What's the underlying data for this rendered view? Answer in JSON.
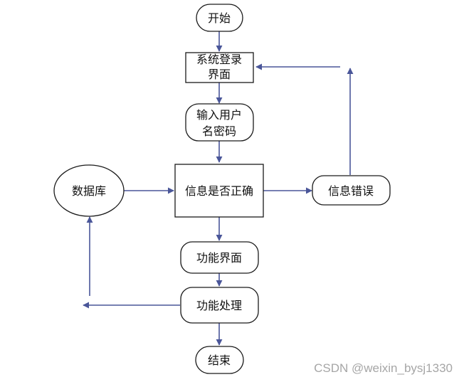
{
  "flowchart": {
    "colors": {
      "edge": "#4a5699",
      "border": "#1a1a1a",
      "node_fill": "#ffffff"
    },
    "nodes": {
      "start": {
        "label": "开始"
      },
      "login_page": {
        "line1": "系统登录",
        "line2": "界面"
      },
      "input_credentials": {
        "line1": "输入用户",
        "line2": "名密码"
      },
      "database": {
        "label": "数据库"
      },
      "check_info": {
        "label": "信息是否正确"
      },
      "info_error": {
        "label": "信息错误"
      },
      "function_page": {
        "label": "功能界面"
      },
      "function_process": {
        "label": "功能处理"
      },
      "end": {
        "label": "结束"
      }
    }
  },
  "watermark": "CSDN @weixin_bysj1330"
}
